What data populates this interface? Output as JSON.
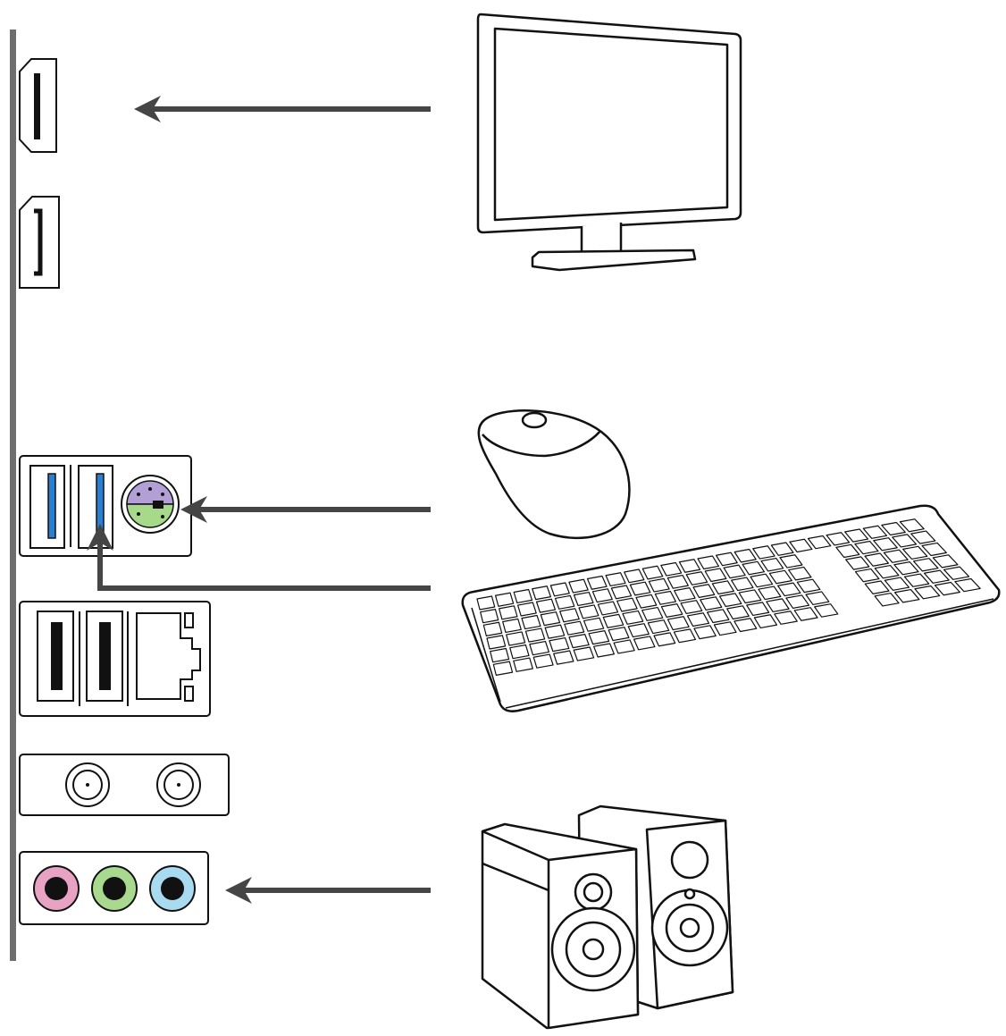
{
  "colors": {
    "line": "#111111",
    "arrow": "#454545",
    "panel_bar": "#6e6e6e",
    "usb_blue": "#2b7fd0",
    "ps2_purple": "#b29fd6",
    "ps2_green": "#a6d98a",
    "audio_pink": "#e8a3c4",
    "audio_green": "#a8d98f",
    "audio_blue": "#a9dbf0"
  },
  "ports": [
    "hdmi-port",
    "displayport-port",
    "usb3-port",
    "usb3-port",
    "ps2-combo-port",
    "usb2-port",
    "usb2-port",
    "rj45-lan-port",
    "wifi-antenna-connector",
    "wifi-antenna-connector",
    "audio-line-in-jack",
    "audio-line-out-jack",
    "audio-mic-jack"
  ],
  "devices": [
    "monitor-icon",
    "mouse-icon",
    "keyboard-icon",
    "speakers-icon"
  ],
  "connections": [
    {
      "from": "monitor-icon",
      "to": "hdmi-port"
    },
    {
      "from": "mouse-icon",
      "to": "ps2-combo-port"
    },
    {
      "from": "keyboard-icon",
      "to": "usb3-port"
    },
    {
      "from": "speakers-icon",
      "to": "audio-line-out-jack"
    }
  ]
}
